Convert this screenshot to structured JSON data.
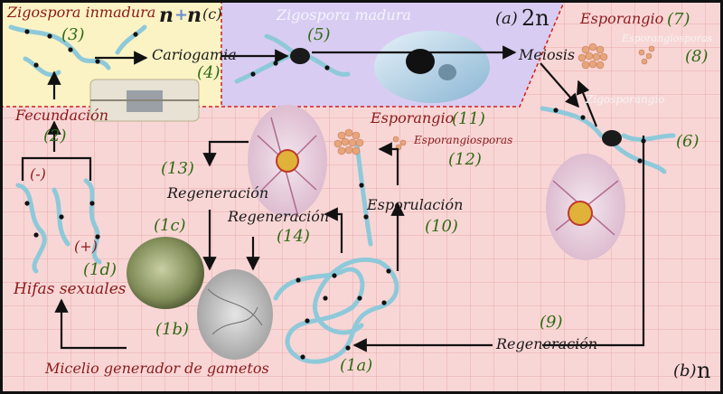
{
  "colors": {
    "background": "#f9d6d6",
    "grid": "#e8a9a9",
    "diploid_zone": "#d9ccf2",
    "haploid_zone": "#fbf3c4",
    "hyphae": "#8ec9da",
    "arrows": "#111111",
    "dashed_border": "#d0201b"
  },
  "labels": {
    "zigospora_inmadura": "Zigospora inmadura",
    "haploid_formula_left": "n",
    "haploid_formula_plus": "+",
    "haploid_formula_right": "n",
    "label_c": "(c)",
    "cariogamia": "Cariogamia",
    "step_3": "(3)",
    "step_4": "(4)",
    "zigospora_madura": "Zigospora madura",
    "step_5": "(5)",
    "label_a": "(a)",
    "diploid_2n": "2n",
    "meiosis": "Meiosis",
    "esporangio_top": "Esporangio",
    "step_7": "(7)",
    "esporangiosporas_top": "Esporangiosporas",
    "step_8": "(8)",
    "zigosporangio": "Zigosporangio",
    "step_6": "(6)",
    "fecundacion": "Fecundación",
    "step_2": "(2)",
    "minus_sign": "(-)",
    "plus_sign": "(+)",
    "step_1d": "(1d)",
    "hifas_sexuales": "Hifas sexuales",
    "step_13": "(13)",
    "regeneracion_13": "Regeneración",
    "step_1c": "(1c)",
    "regeneracion_14": "Regeneración",
    "step_14": "(14)",
    "esporangio_mid": "Esporangio",
    "step_11": "(11)",
    "esporangiosporas_mid": "Esporangiosporas",
    "step_12": "(12)",
    "esporulacion": "Esporulación",
    "step_10": "(10)",
    "step_1b": "(1b)",
    "micelio_generador": "Micelio generador de gametos",
    "step_1a": "(1a)",
    "step_9": "(9)",
    "regeneracion_9": "Regeneración",
    "label_b": "(b)",
    "haploid_n": "n"
  },
  "images": {
    "binding_hyphae_photo": "micrograph-gametangia",
    "mature_zygospore_photo": "micrograph-mature-zygospore",
    "pink_mycelium_sporangium": "micrograph-sporangium-mycelium",
    "zygosporangium_micrograph": "micrograph-zygosporangium",
    "moldy_bread_photo": "photo-moldy-bread",
    "grey_mycelium_photo": "micrograph-grey-mycelium"
  }
}
